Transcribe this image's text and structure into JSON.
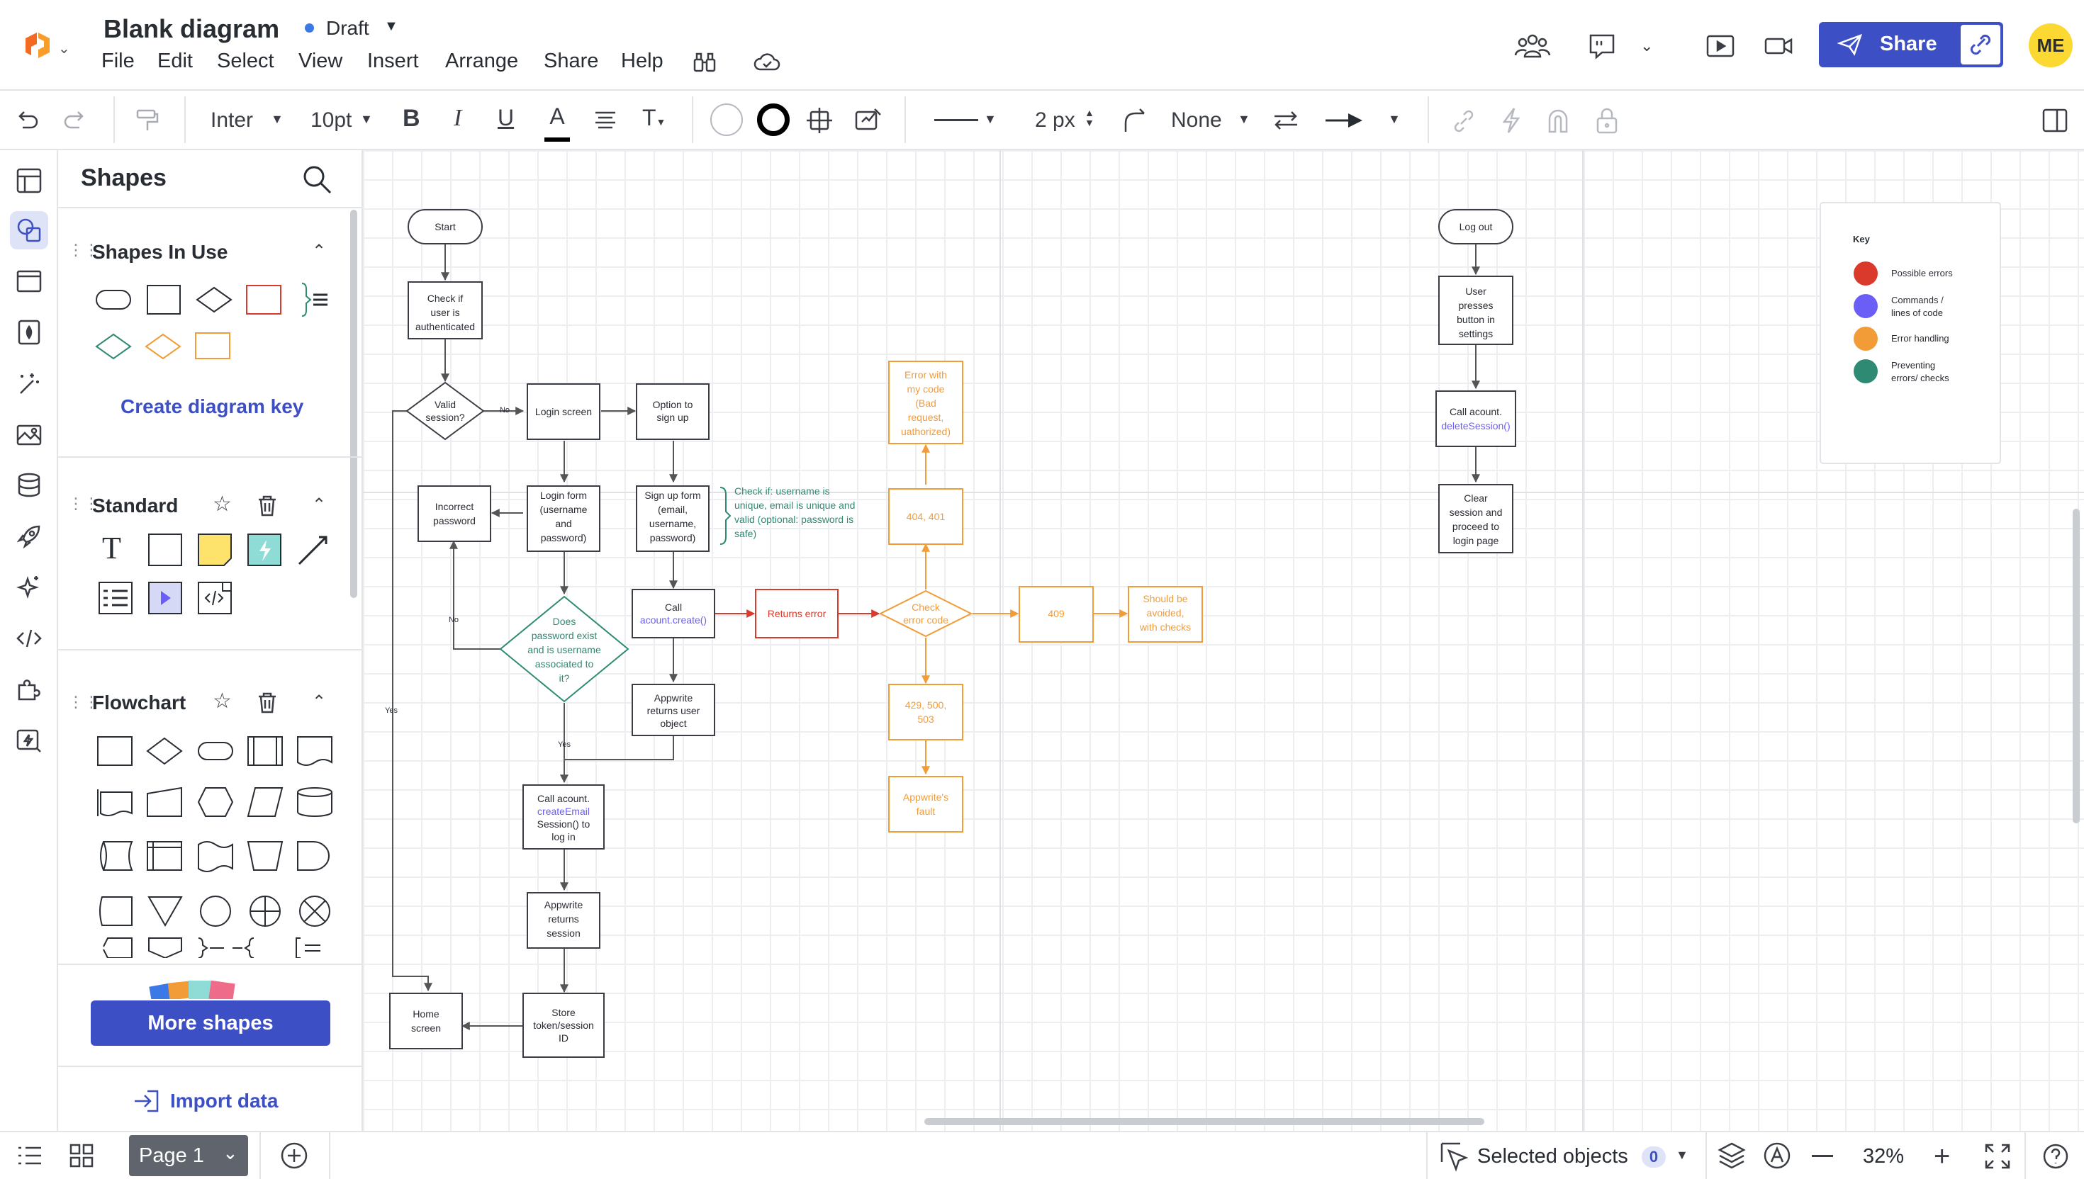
{
  "app": {
    "title": "Blank diagram",
    "status": "Draft",
    "avatar_initials": "ME",
    "share_label": "Share"
  },
  "menu": [
    "File",
    "Edit",
    "Select",
    "View",
    "Insert",
    "Arrange",
    "Share",
    "Help"
  ],
  "toolbar": {
    "font": "Inter",
    "font_size": "10pt",
    "line_width": "2 px",
    "line_end": "None"
  },
  "panel": {
    "title": "Shapes",
    "sections": {
      "in_use": "Shapes In Use",
      "standard": "Standard",
      "flowchart": "Flowchart"
    },
    "create_key": "Create diagram key",
    "more_shapes": "More shapes",
    "import_data": "Import data"
  },
  "bottom": {
    "page": "Page 1",
    "selected_label": "Selected objects",
    "selected_count": "0",
    "zoom": "32%"
  },
  "colors": {
    "accent": "#3d4fc4",
    "red": "#d93a2b",
    "purple": "#6b5ef7",
    "orange": "#f29c38",
    "green": "#2e8a73",
    "avatar": "#fbd932"
  },
  "diagram": {
    "start": "Start",
    "check_auth": [
      "Check if",
      "user is",
      "authenticated"
    ],
    "valid_session": [
      "Valid",
      "session?"
    ],
    "no": "No",
    "yes": "Yes",
    "login_screen": "Login screen",
    "option_signup": [
      "Option to",
      "sign up"
    ],
    "incorrect_pw": [
      "Incorrect",
      "password"
    ],
    "login_form": [
      "Login form",
      "(username",
      "and",
      "password)"
    ],
    "signup_form": [
      "Sign up form",
      "(email,",
      "username,",
      "password)"
    ],
    "check_note": [
      "Check if: username is",
      "unique, email is unique and",
      "valid (optional: password is",
      "safe)"
    ],
    "does_pw": [
      "Does",
      "password exist",
      "and is username",
      "associated to",
      "it?"
    ],
    "call_create": [
      "Call",
      "acount.create()"
    ],
    "returns_error": "Returns error",
    "check_code": [
      "Check",
      "error code"
    ],
    "code_409": "409",
    "avoided": [
      "Should be",
      "avoided,",
      "with checks"
    ],
    "code_404": "404, 401",
    "my_error": [
      "Error with",
      "my code",
      "(Bad",
      "request,",
      "uathorized)"
    ],
    "code_5xx": [
      "429, 500,",
      "503"
    ],
    "appwrite_fault": [
      "Appwrite's",
      "fault"
    ],
    "returns_user": [
      "Appwrite",
      "returns user",
      "object"
    ],
    "call_session": [
      "Call acount.",
      "createEmail",
      "Session() to",
      "log in"
    ],
    "returns_session": [
      "Appwrite",
      "returns",
      "session"
    ],
    "store_token": [
      "Store",
      "token/session",
      "ID"
    ],
    "home": [
      "Home",
      "screen"
    ],
    "logout": "Log out",
    "user_presses": [
      "User",
      "presses",
      "button in",
      "settings"
    ],
    "call_delete": [
      "Call acount.",
      "deleteSession()"
    ],
    "clear_session": [
      "Clear",
      "session and",
      "proceed to",
      "login page"
    ],
    "key_title": "Key",
    "key_items": [
      "Possible errors",
      "Commands /",
      "lines of code",
      "Error handling",
      "Preventing",
      "errors/ checks"
    ]
  }
}
